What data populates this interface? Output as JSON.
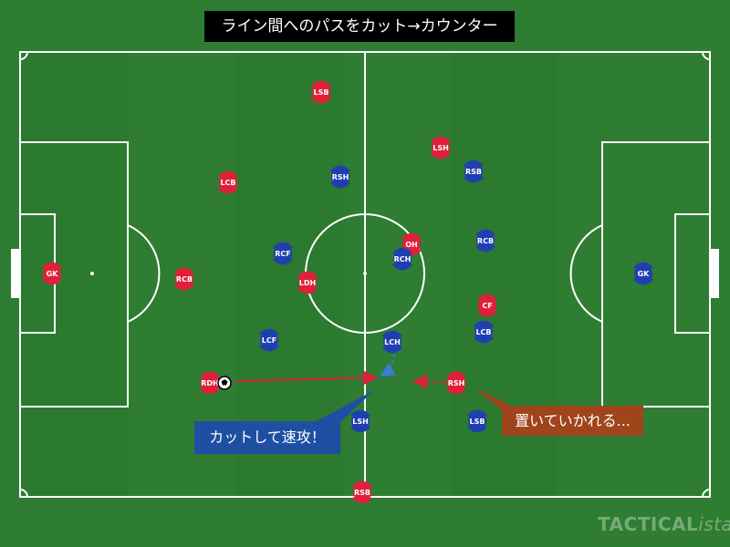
{
  "title": "ライン間へのパスをカット→カウンター",
  "callouts": {
    "cut": "カットして速攻！",
    "left_behind": "置いていかれる..."
  },
  "watermark": {
    "main": "TACTICAL",
    "suffix": "ista"
  },
  "colors": {
    "pitch": "#2e7d32",
    "red_team": "#e0203a",
    "blue_team": "#1f3fb0",
    "pass_arrow": "#e0203a",
    "run_arrow_blue": "#3a7bd5",
    "callout_blue": "#1f4fa3",
    "callout_brown": "#a0441c"
  },
  "players": {
    "red": [
      {
        "label": "GK"
      },
      {
        "label": "RCB"
      },
      {
        "label": "LCB"
      },
      {
        "label": "LSB"
      },
      {
        "label": "RDH"
      },
      {
        "label": "LDH"
      },
      {
        "label": "OH"
      },
      {
        "label": "LSH"
      },
      {
        "label": "RSH"
      },
      {
        "label": "CF"
      },
      {
        "label": "RSB"
      }
    ],
    "blue": [
      {
        "label": "GK"
      },
      {
        "label": "RCB"
      },
      {
        "label": "LCB"
      },
      {
        "label": "RSB"
      },
      {
        "label": "LSB"
      },
      {
        "label": "RCH"
      },
      {
        "label": "LCH"
      },
      {
        "label": "RSH"
      },
      {
        "label": "LSH"
      },
      {
        "label": "RCF"
      },
      {
        "label": "LCF"
      }
    ]
  },
  "ball_icon": "soccer-ball-icon"
}
